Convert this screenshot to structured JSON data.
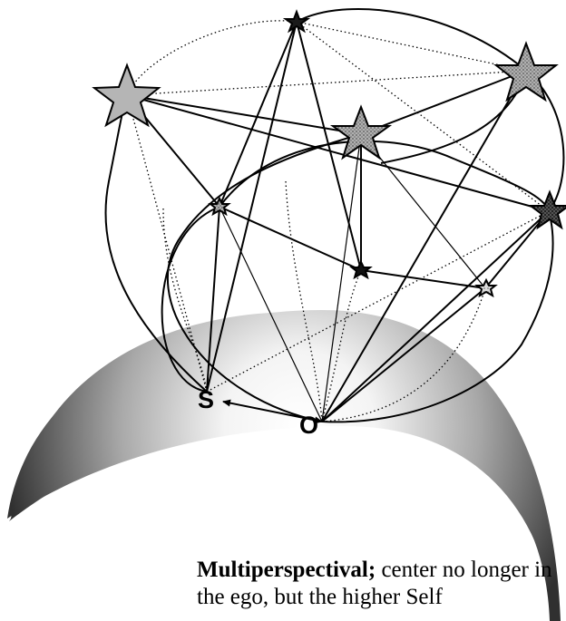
{
  "diagram": {
    "nodes": {
      "subject": "S",
      "object": "O"
    },
    "stars": [
      {
        "id": "large-left",
        "fill": "gray"
      },
      {
        "id": "small-top",
        "fill": "black"
      },
      {
        "id": "large-center",
        "fill": "dotted-gray"
      },
      {
        "id": "large-right",
        "fill": "dotted-gray"
      },
      {
        "id": "right-edge",
        "fill": "dotted-dark"
      },
      {
        "id": "small-left",
        "fill": "dotted-gray"
      },
      {
        "id": "small-center",
        "fill": "black"
      },
      {
        "id": "small-right",
        "fill": "dotted-light"
      }
    ],
    "colors": {
      "gradient_dark": "#3a3a3a",
      "gradient_light": "#ffffff",
      "star_gray": "#b8b8b8",
      "star_dark": "#1a1a1a",
      "line": "#000000"
    }
  },
  "caption": {
    "bold": "Multiperspectival;",
    "rest_line1": " center no longer in",
    "line2": "the ego, but the higher Self"
  }
}
